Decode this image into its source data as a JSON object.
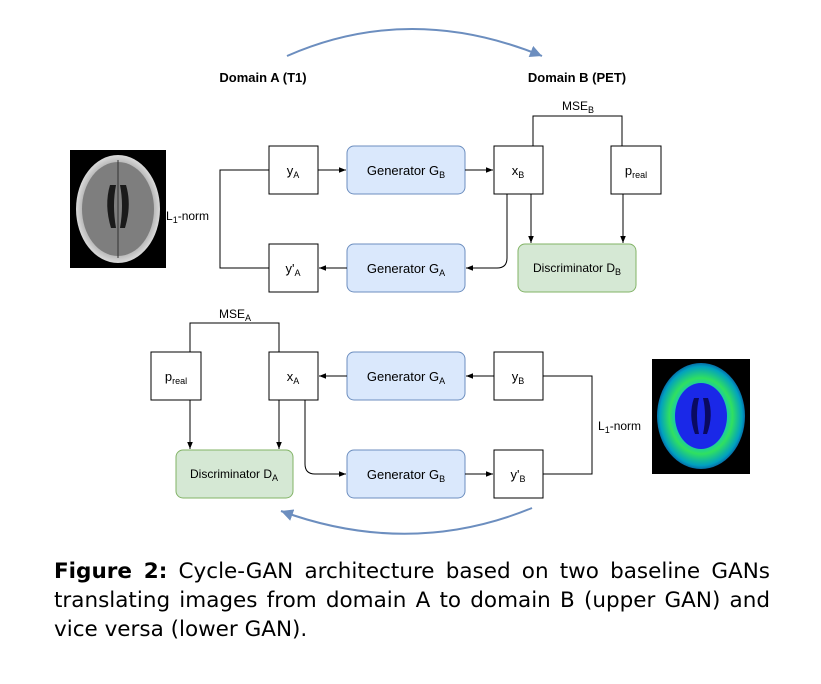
{
  "domains": {
    "a": "Domain A (T1)",
    "b": "Domain B (PET)"
  },
  "upper": {
    "y_a": "y",
    "y_a_sub": "A",
    "gen_gb": "Generator G",
    "gen_gb_sub": "B",
    "x_b": "x",
    "x_b_sub": "B",
    "p_real": "p",
    "p_real_sub": "real",
    "y_prime_a": "y'",
    "y_prime_a_sub": "A",
    "gen_ga": "Generator G",
    "gen_ga_sub": "A",
    "disc_db": "Discriminator D",
    "disc_db_sub": "B",
    "mse": "MSE",
    "mse_sub": "B",
    "l1": "L",
    "l1_sub": "1",
    "l1_suffix": "-norm"
  },
  "lower": {
    "p_real": "p",
    "p_real_sub": "real",
    "x_a": "x",
    "x_a_sub": "A",
    "gen_ga": "Generator G",
    "gen_ga_sub": "A",
    "y_b": "y",
    "y_b_sub": "B",
    "gen_gb": "Generator G",
    "gen_gb_sub": "B",
    "y_prime_b": "y'",
    "y_prime_b_sub": "B",
    "disc_da": "Discriminator D",
    "disc_da_sub": "A",
    "mse": "MSE",
    "mse_sub": "A",
    "l1": "L",
    "l1_sub": "1",
    "l1_suffix": "-norm"
  },
  "caption": {
    "label": "Figure 2:",
    "text": " Cycle-GAN architecture based on two baseline GANs translating images from domain A to domain B (upper GAN) and vice versa (lower GAN)."
  },
  "colors": {
    "generator_fill": "#dae8fc",
    "generator_stroke": "#6c8ebf",
    "discriminator_fill": "#d5e8d4",
    "discriminator_stroke": "#82b366",
    "cycle_arrow": "#6c8ebf"
  }
}
